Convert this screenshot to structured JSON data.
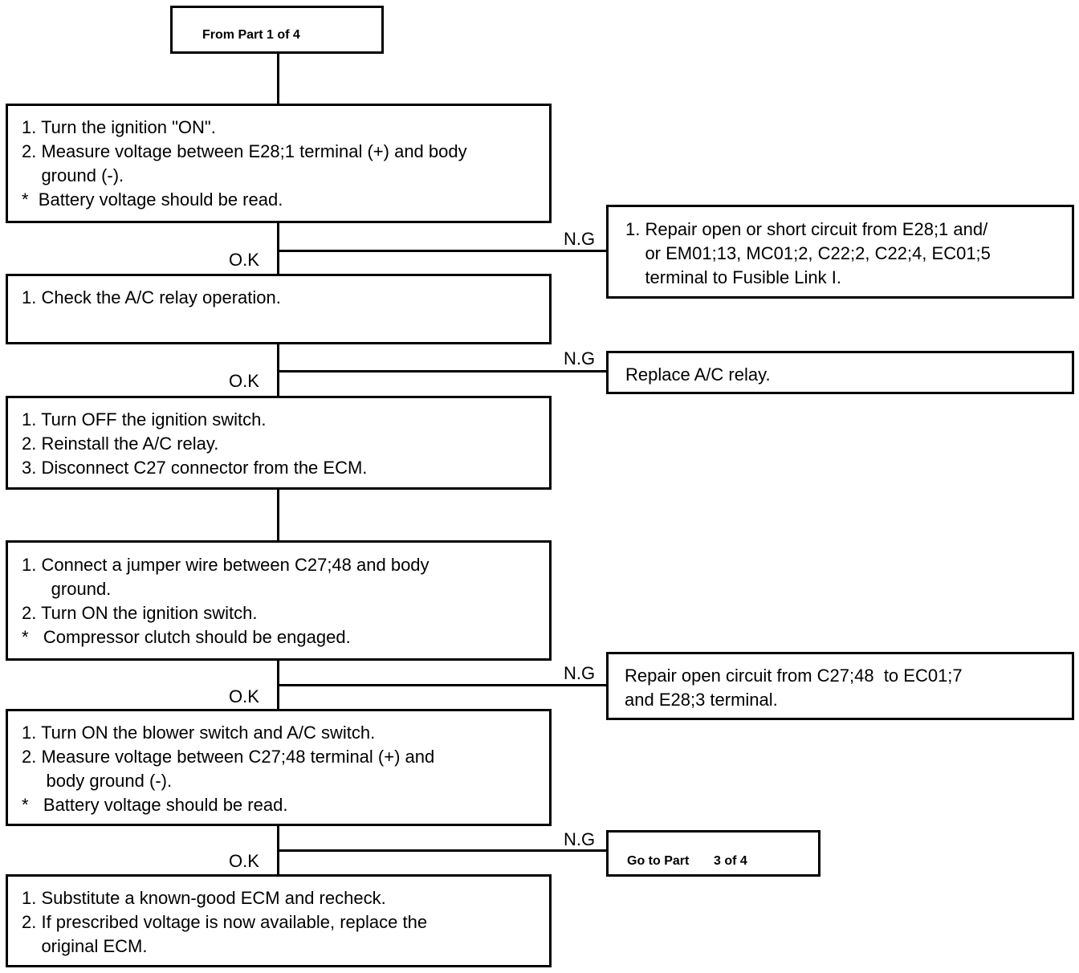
{
  "start": {
    "label": "From Part 1 of 4"
  },
  "steps": [
    {
      "lines": [
        "1. Turn the ignition \"ON\".",
        "2. Measure voltage between E28;1 terminal (+) and body",
        "    ground (-).",
        "*  Battery voltage should be read."
      ]
    },
    {
      "lines": [
        "1. Check the A/C relay operation."
      ]
    },
    {
      "lines": [
        "1. Turn OFF the ignition switch.",
        "2. Reinstall the A/C relay.",
        "3. Disconnect C27 connector from the ECM."
      ]
    },
    {
      "lines": [
        "1. Connect a jumper wire between C27;48 and body",
        "      ground.",
        "2. Turn ON the ignition switch.",
        "*   Compressor clutch should be engaged."
      ]
    },
    {
      "lines": [
        "1. Turn ON the blower switch and A/C switch.",
        "2. Measure voltage between C27;48 terminal (+) and",
        "     body ground (-).",
        "*   Battery voltage should be read."
      ]
    },
    {
      "lines": [
        "1. Substitute a known-good ECM and recheck.",
        "2. If prescribed voltage is now available, replace the",
        "    original ECM."
      ]
    }
  ],
  "ng_results": [
    {
      "lines": [
        "1. Repair open or short circuit from E28;1 and/",
        "    or EM01;13, MC01;2, C22;2, C22;4, EC01;5",
        "    terminal to Fusible Link I."
      ]
    },
    {
      "lines": [
        "Replace A/C relay."
      ]
    },
    {
      "lines": [
        "Repair open circuit from C27;48  to EC01;7",
        "and E28;3 terminal."
      ]
    },
    {
      "lines": [],
      "label_a": "Go to Part",
      "label_b": "3 of 4"
    }
  ],
  "labels": {
    "ok": "O.K",
    "ng": "N.G"
  }
}
